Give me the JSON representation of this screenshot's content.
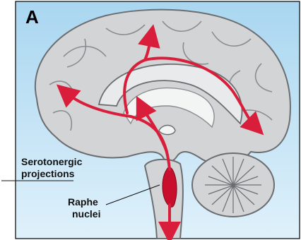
{
  "panel_label": "A",
  "labels": {
    "projections_line1": "Serotonergic",
    "projections_line2": "projections",
    "raphe_line1": "Raphe",
    "raphe_line2": "nuclei"
  },
  "colors": {
    "background_top": "#a9d6f0",
    "background_bottom": "#dff1fb",
    "brain_fill": "#d2d4d5",
    "brain_stroke": "#6b6d70",
    "arrow": "#d81e3a",
    "raphe": "#c8102e"
  }
}
